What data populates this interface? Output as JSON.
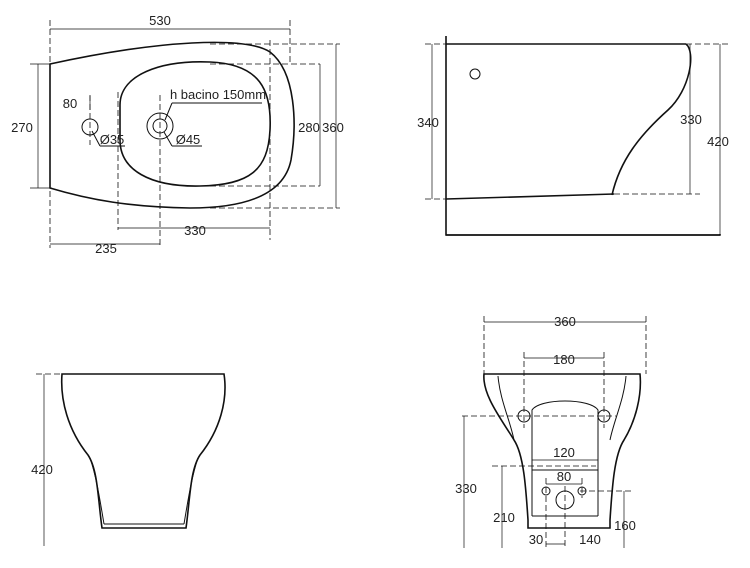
{
  "views": {
    "top": {
      "width_total": "530",
      "width_side": "270",
      "depth_280": "280",
      "depth_360": "360",
      "offset_80": "80",
      "hole_35": "Ø35",
      "drain_45": "Ø45",
      "basin_height": "h bacino 150mm",
      "dist_235": "235",
      "dist_330": "330"
    },
    "side": {
      "height_340": "340",
      "height_330": "330",
      "height_420": "420"
    },
    "front": {
      "height_420": "420"
    },
    "back": {
      "width_360": "360",
      "spacing_180": "180",
      "spacing_120": "120",
      "spacing_80": "80",
      "height_330": "330",
      "height_210": "210",
      "height_160": "160",
      "offset_30": "30",
      "offset_140": "140"
    }
  }
}
